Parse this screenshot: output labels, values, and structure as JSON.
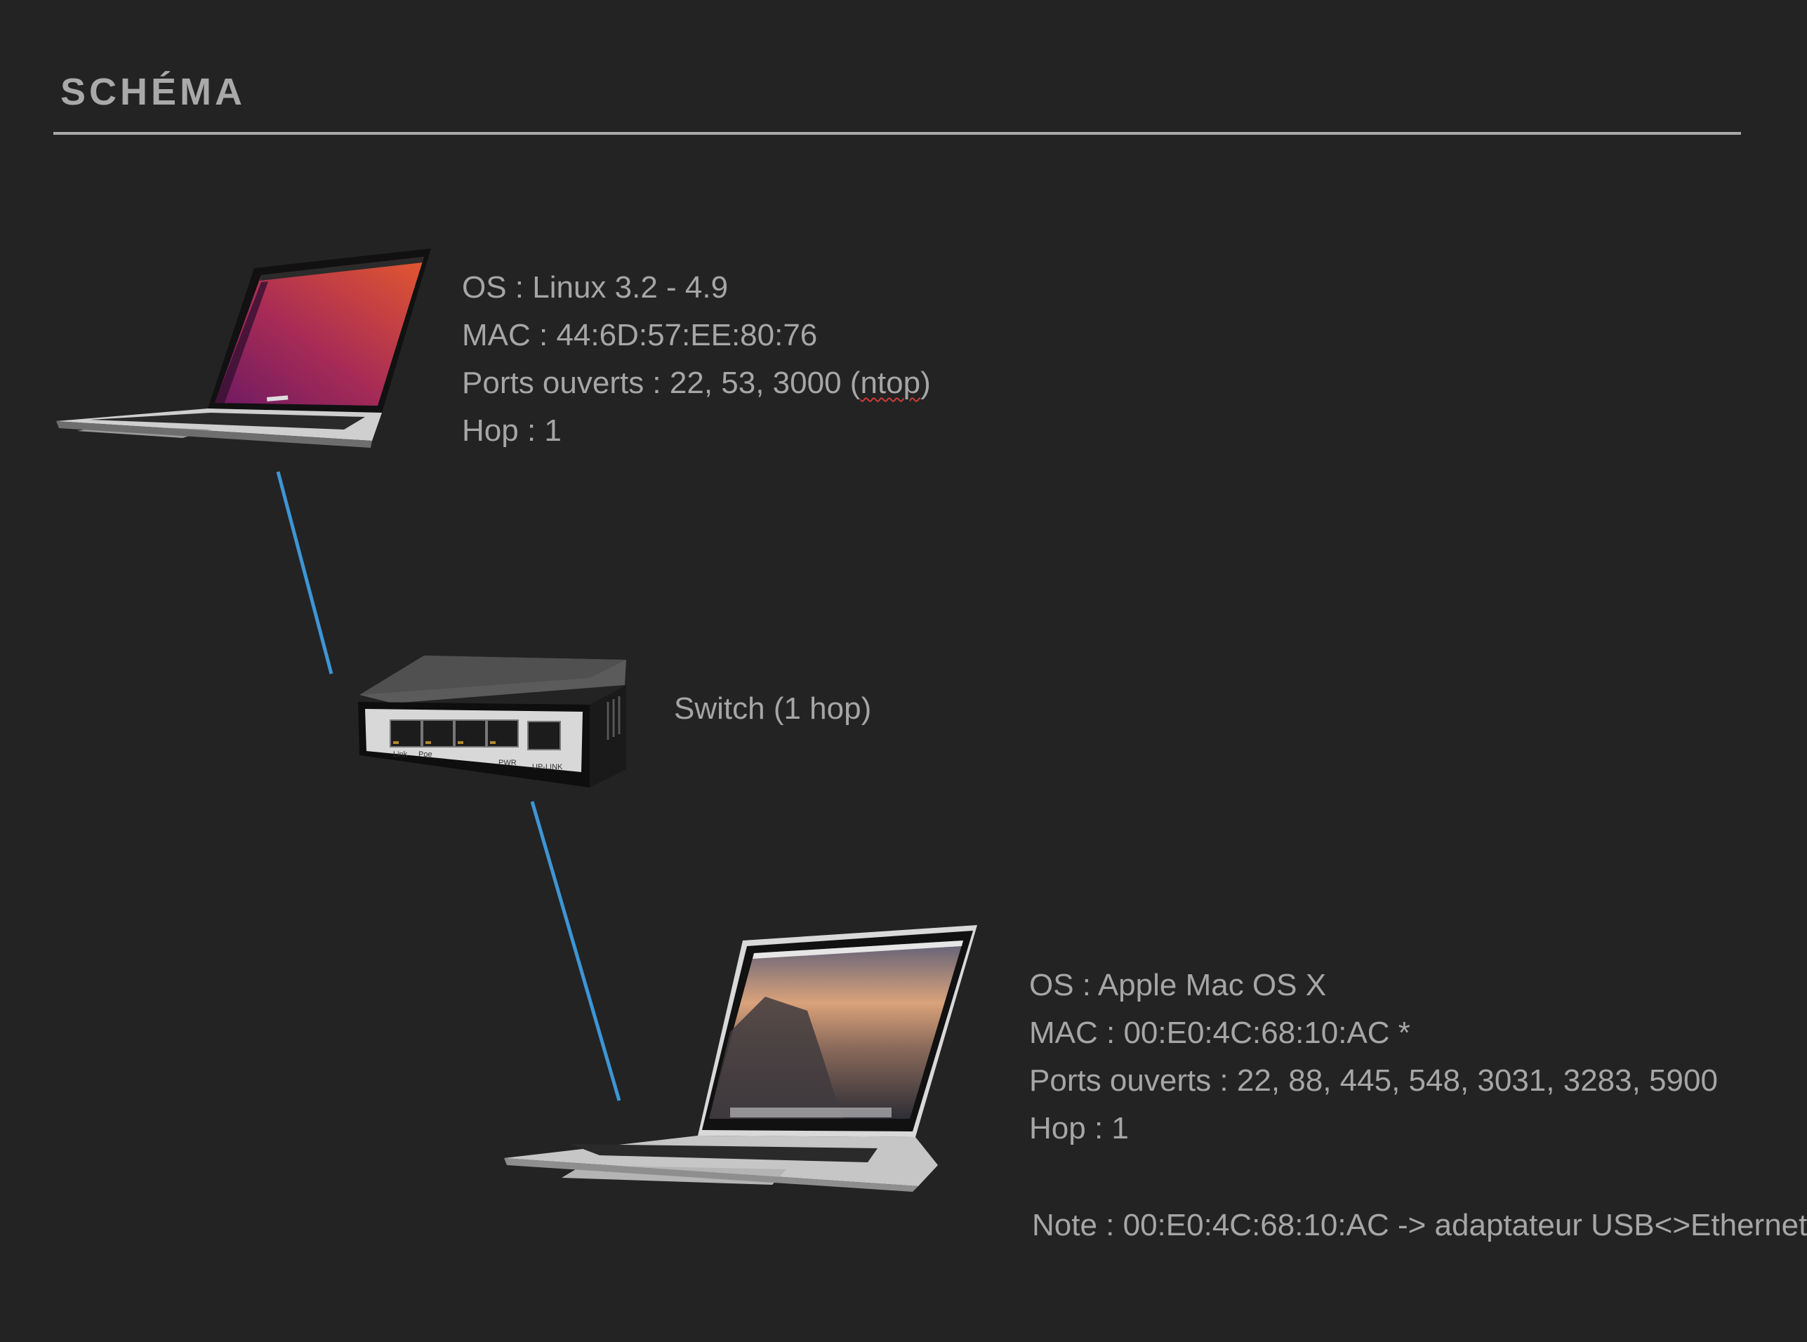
{
  "slide": {
    "title": "SCHÉMA"
  },
  "devices": {
    "linux": {
      "os": "OS : Linux 3.2 - 4.9",
      "mac": "MAC : 44:6D:57:EE:80:76",
      "ports_prefix": "Ports ouverts : 22, 53, 3000 (",
      "ports_word": "ntop",
      "ports_suffix": ")",
      "hop": "Hop : 1"
    },
    "switch": {
      "label": "Switch (1 hop)",
      "port_labels": [
        "Link",
        "Poe",
        "PWR",
        "UP-LINK"
      ]
    },
    "mac": {
      "os": "OS : Apple Mac OS X",
      "mac": "MAC : 00:E0:4C:68:10:AC *",
      "ports": "Ports ouverts : 22, 88, 445, 548, 3031, 3283, 5900",
      "hop": "Hop : 1",
      "note": "Note : 00:E0:4C:68:10:AC  ->  adaptateur USB<>Ethernet"
    }
  },
  "colors": {
    "background": "#232323",
    "text": "#a6a6a6",
    "link": "#3e95d5"
  }
}
